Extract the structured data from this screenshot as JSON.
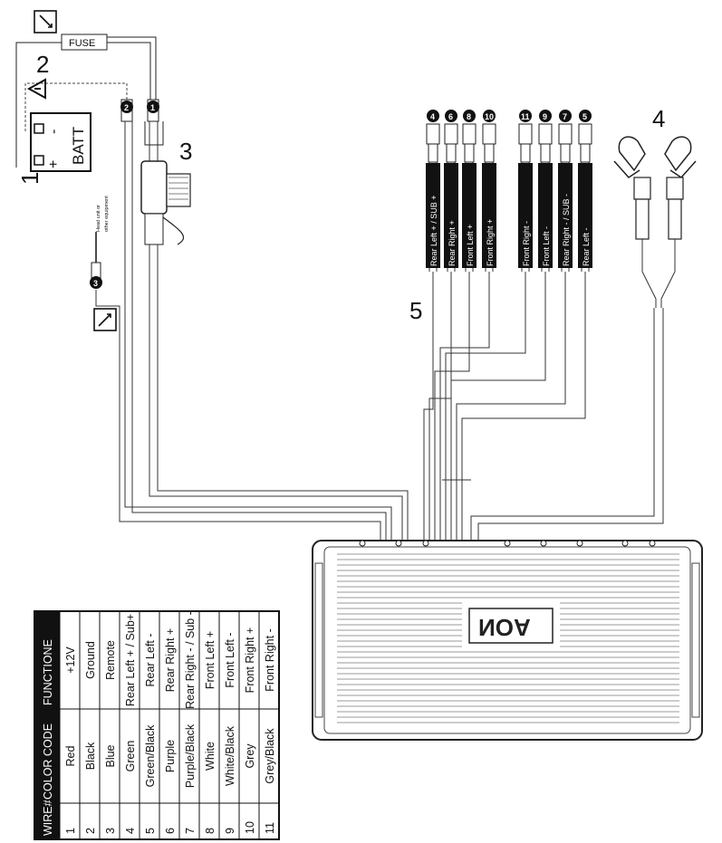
{
  "callouts": {
    "battery": "1",
    "fuse_point": "2",
    "fuse_holder": "3",
    "rca_inputs": "4",
    "speaker_wires": "5"
  },
  "fuse_label": "FUSE",
  "battery": {
    "label": "BATT",
    "plus": "+",
    "minus": "-"
  },
  "remote_note": {
    "line1": "Head unit or",
    "line2": "other equipment"
  },
  "wire_badges": {
    "red": "1",
    "black": "2",
    "remote": "3"
  },
  "speaker_connectors": [
    {
      "number": "4",
      "label": "Rear Left + / SUB +"
    },
    {
      "number": "6",
      "label": "Rear Right +"
    },
    {
      "number": "8",
      "label": "Front Left +"
    },
    {
      "number": "10",
      "label": "Front Right +"
    },
    {
      "number": "11",
      "label": "Front Right -"
    },
    {
      "number": "9",
      "label": "Front Left -"
    },
    {
      "number": "7",
      "label": "Rear Right - / SUB -"
    },
    {
      "number": "5",
      "label": "Rear Left -"
    }
  ],
  "amp_logo": "NOA",
  "table": {
    "headers": [
      "WIRE#",
      "COLOR CODE",
      "FUNCTIONE"
    ],
    "rows": [
      [
        "1",
        "Red",
        "+12V"
      ],
      [
        "2",
        "Black",
        "Ground"
      ],
      [
        "3",
        "Blue",
        "Remote"
      ],
      [
        "4",
        "Green",
        "Rear Left + / Sub+"
      ],
      [
        "5",
        "Green/Black",
        "Rear Left -"
      ],
      [
        "6",
        "Purple",
        "Rear Right +"
      ],
      [
        "7",
        "Purple/Black",
        "Rear Right - / Sub -"
      ],
      [
        "8",
        "White",
        "Front Left +"
      ],
      [
        "9",
        "White/Black",
        "Front Left -"
      ],
      [
        "10",
        "Grey",
        "Front Right +"
      ],
      [
        "11",
        "Grey/Black",
        "Front Right -"
      ]
    ]
  }
}
